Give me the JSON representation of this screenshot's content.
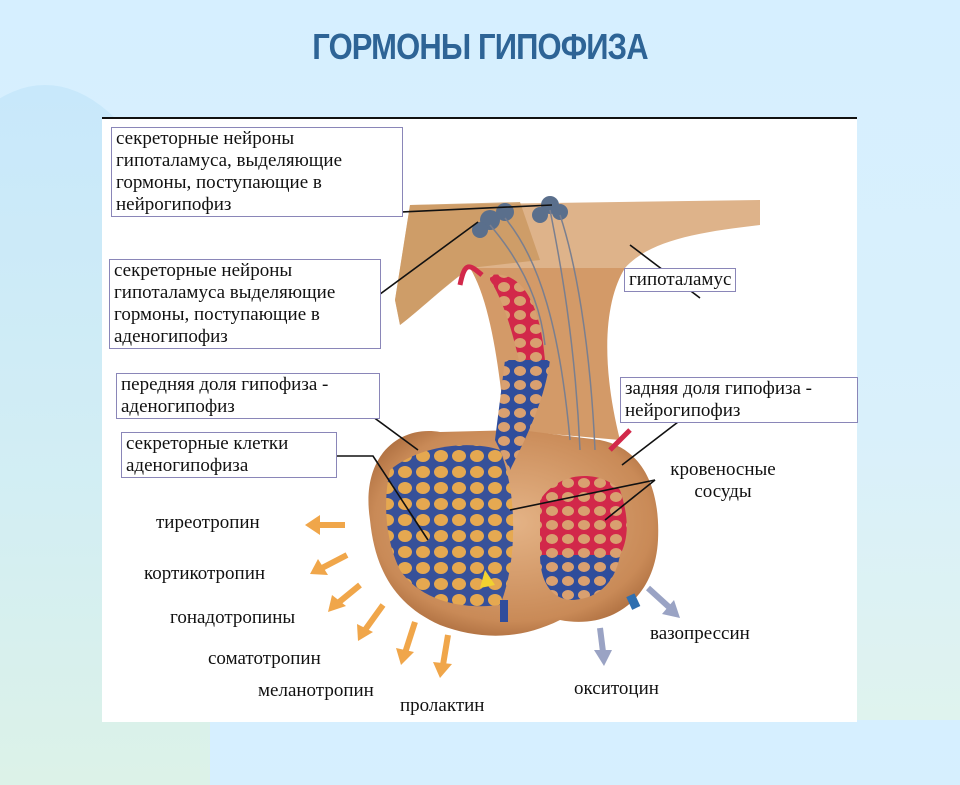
{
  "title": "ГОРМОНЫ ГИПОФИЗА",
  "labels": {
    "neurons_neuro": [
      "секреторные нейроны",
      "гипоталамуса, выделяющие",
      "гормоны, поступающие в",
      "нейрогипофиз"
    ],
    "neurons_adeno": [
      "секреторные нейроны",
      "гипоталамуса выделяющие",
      "гормоны, поступающие в",
      "аденогипофиз"
    ],
    "anterior_lobe": [
      "передняя доля гипофиза -",
      "аденогипофиз"
    ],
    "secretory_cells": [
      "секреторные клетки",
      "аденогипофиза"
    ],
    "hypothalamus": "гипоталамус",
    "posterior_lobe": [
      "задняя доля гипофиза -",
      "нейрогипофиз"
    ],
    "blood_vessels": [
      "кровеносные",
      "сосуды"
    ]
  },
  "hormones_anterior": [
    "тиреотропин",
    "кортикотропин",
    "гонадотропины",
    "соматотропин",
    "меланотропин",
    "пролактин"
  ],
  "hormones_posterior": [
    "вазопрессин",
    "окситоцин"
  ],
  "colors": {
    "title": "#2e6496",
    "tissue": "#d9a070",
    "tissue_dark": "#b97a4c",
    "vessel_blue": "#2f4d9c",
    "vessel_red": "#d2284a",
    "arrow_orange": "#f0a64a",
    "arrow_grey": "#9aa3c4",
    "neuron": "#5a6f8c"
  }
}
